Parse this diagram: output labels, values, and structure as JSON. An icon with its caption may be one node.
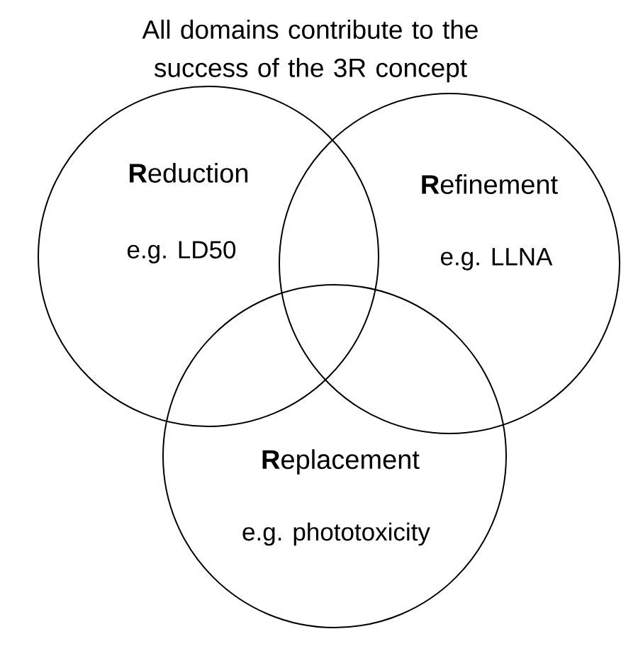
{
  "diagram": {
    "title": "All domains contribute to the success of the 3R concept",
    "nodes": [
      {
        "text": [
          "**R**eduction",
          "e.g. LD50"
        ]
      },
      {
        "text": [
          "**R**efinement",
          "e.g. LLNA"
        ]
      },
      {
        "text": [
          "**R**eplacement",
          "e.g. phototoxicity"
        ]
      }
    ]
  }
}
